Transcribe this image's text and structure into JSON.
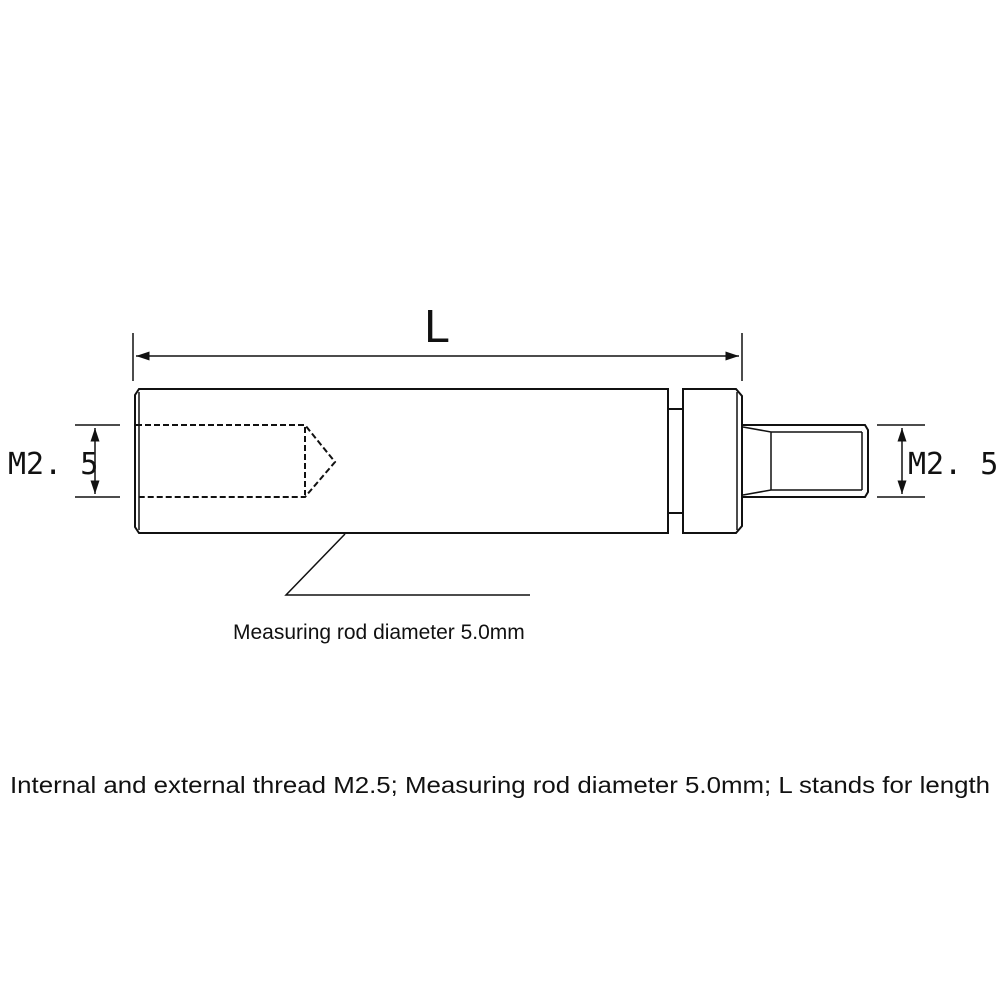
{
  "diagram": {
    "length_label": "L",
    "internal_thread_label": "M2. 5",
    "external_thread_label": "M2. 5",
    "rod_callout": "Measuring rod diameter 5.0mm",
    "caption": "Internal and external thread M2.5; Measuring rod diameter 5.0mm; L stands for length"
  },
  "colors": {
    "line": "#111111",
    "background": "#ffffff"
  }
}
